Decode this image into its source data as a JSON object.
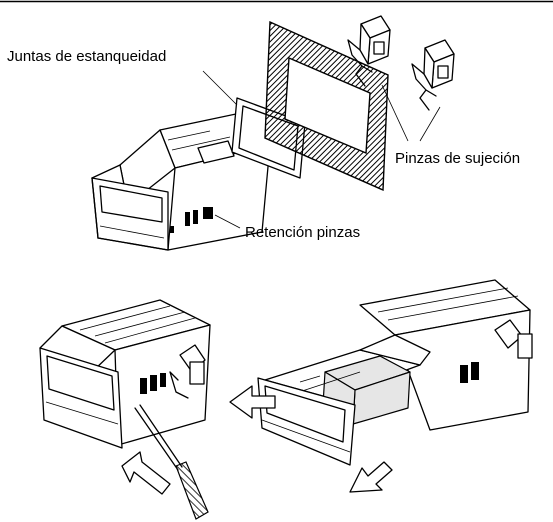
{
  "labels": {
    "gaskets": "Juntas de estanqueidad",
    "clips": "Pinzas de sujeción",
    "clip_retention": "Retención pinzas"
  }
}
